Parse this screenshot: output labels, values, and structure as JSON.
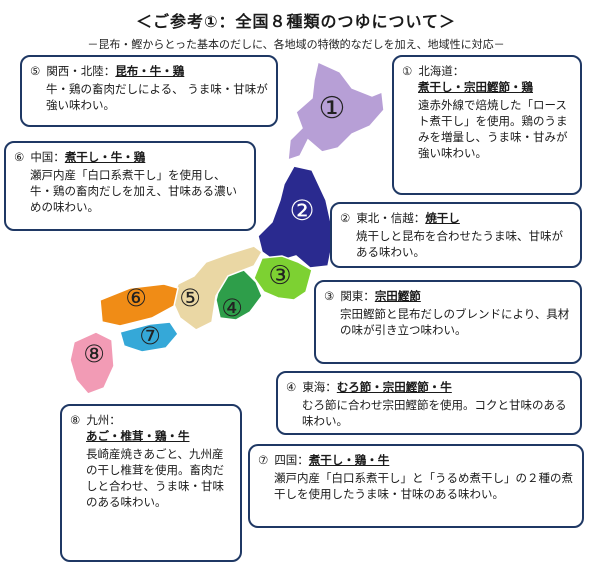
{
  "title": "＜ご参考①：全国８種類のつゆについて＞",
  "subtitle": "－昆布・鰹からとった基本のだしに、各地域の特徴的なだしを加え、地域性に対応－",
  "colors": {
    "hokkaido": "#b79fd6",
    "tohoku": "#2a2a8f",
    "kanto": "#7dd132",
    "tokai": "#2e9e4a",
    "kansai": "#ead7a4",
    "chugoku": "#f08c16",
    "shikoku": "#35a8d8",
    "kyushu": "#f29bb5",
    "border": "#1f3864"
  },
  "regions": [
    {
      "id": "hokkaido",
      "num": "①",
      "label": "北海道：",
      "dashi": "煮干し・宗田鰹節・鶏",
      "desc": "遠赤外線で焙焼した「ロースト煮干し」を使用。鶏のうまみを増量し、うま味・甘みが強い味わい。"
    },
    {
      "id": "tohoku",
      "num": "②",
      "label": "東北・信越：",
      "dashi": "焼干し",
      "desc": "焼干しと昆布を合わせたうま味、甘味がある味わい。"
    },
    {
      "id": "kanto",
      "num": "③",
      "label": "関東：",
      "dashi": "宗田鰹節",
      "desc": "宗田鰹節と昆布だしのブレンドにより、具材の味が引き立つ味わい。"
    },
    {
      "id": "tokai",
      "num": "④",
      "label": "東海：",
      "dashi": "むろ節・宗田鰹節・牛",
      "desc": "むろ節に合わせ宗田鰹節を使用。コクと甘味のある味わい。"
    },
    {
      "id": "kansai",
      "num": "⑤",
      "label": "関西・北陸：",
      "dashi": "昆布・牛・鶏",
      "desc": "牛・鶏の畜肉だしによる、 うま味・甘味が強い味わい。"
    },
    {
      "id": "chugoku",
      "num": "⑥",
      "label": "中国：",
      "dashi": "煮干し・牛・鶏",
      "desc": "瀬戸内産「白口系煮干し」を使用し、牛・鶏の畜肉だしを加え、甘味ある濃いめの味わい。"
    },
    {
      "id": "shikoku",
      "num": "⑦",
      "label": "四国：",
      "dashi": "煮干し・鶏・牛",
      "desc": "瀬戸内産「白口系煮干し」と「うるめ煮干し」の２種の煮干しを使用したうま味・甘味のある味わい。"
    },
    {
      "id": "kyushu",
      "num": "⑧",
      "label": "九州：",
      "dashi": "あご・椎茸・鶏・牛",
      "desc": "長崎産焼きあごと、九州産の干し椎茸を使用。畜肉だしと合わせ、うま味・甘味のある味わい。"
    }
  ]
}
